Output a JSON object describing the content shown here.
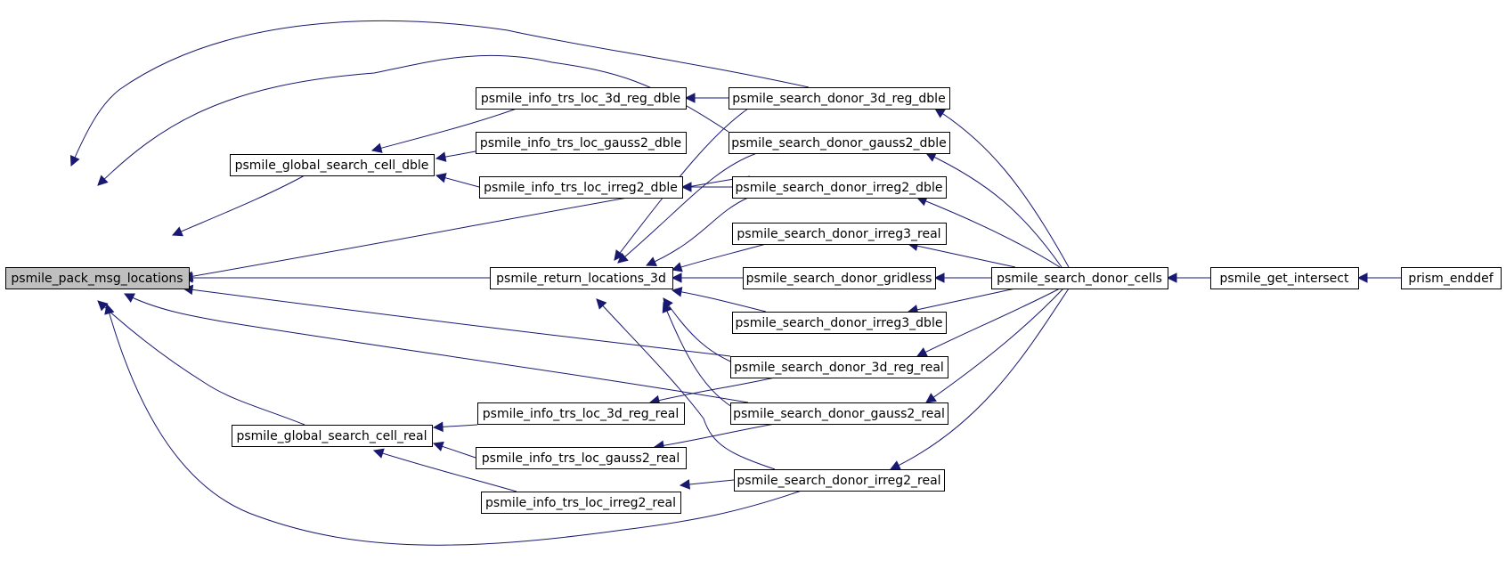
{
  "graph": {
    "colors": {
      "edge": "#191970",
      "node_border": "#000000",
      "node_fill": "#ffffff",
      "root_fill": "#bfbfbf"
    },
    "nodes": [
      {
        "id": "pack",
        "label": "psmile_pack_msg_locations",
        "root": true
      },
      {
        "id": "gscd",
        "label": "psmile_global_search_cell_dble"
      },
      {
        "id": "gscr",
        "label": "psmile_global_search_cell_real"
      },
      {
        "id": "ret3d",
        "label": "psmile_return_locations_3d"
      },
      {
        "id": "i3dd",
        "label": "psmile_info_trs_loc_3d_reg_dble"
      },
      {
        "id": "ig2d",
        "label": "psmile_info_trs_loc_gauss2_dble"
      },
      {
        "id": "iir2d",
        "label": "psmile_info_trs_loc_irreg2_dble"
      },
      {
        "id": "i3dr",
        "label": "psmile_info_trs_loc_3d_reg_real"
      },
      {
        "id": "ig2r",
        "label": "psmile_info_trs_loc_gauss2_real"
      },
      {
        "id": "iir2r",
        "label": "psmile_info_trs_loc_irreg2_real"
      },
      {
        "id": "s3dd",
        "label": "psmile_search_donor_3d_reg_dble"
      },
      {
        "id": "sg2d",
        "label": "psmile_search_donor_gauss2_dble"
      },
      {
        "id": "sir2d",
        "label": "psmile_search_donor_irreg2_dble"
      },
      {
        "id": "sir3r",
        "label": "psmile_search_donor_irreg3_real"
      },
      {
        "id": "sgl",
        "label": "psmile_search_donor_gridless"
      },
      {
        "id": "sir3d",
        "label": "psmile_search_donor_irreg3_dble"
      },
      {
        "id": "s3dr",
        "label": "psmile_search_donor_3d_reg_real"
      },
      {
        "id": "sg2r",
        "label": "psmile_search_donor_gauss2_real"
      },
      {
        "id": "sir2r",
        "label": "psmile_search_donor_irreg2_real"
      },
      {
        "id": "sdc",
        "label": "psmile_search_donor_cells"
      },
      {
        "id": "gint",
        "label": "psmile_get_intersect"
      },
      {
        "id": "pend",
        "label": "prism_enddef"
      }
    ],
    "edges": [
      {
        "from": "s3dd",
        "to": "pack"
      },
      {
        "from": "sg2d",
        "to": "pack"
      },
      {
        "from": "gscd",
        "to": "pack"
      },
      {
        "from": "sir2d",
        "to": "pack"
      },
      {
        "from": "ret3d",
        "to": "pack"
      },
      {
        "from": "s3dr",
        "to": "pack"
      },
      {
        "from": "sg2r",
        "to": "pack"
      },
      {
        "from": "gscr",
        "to": "pack"
      },
      {
        "from": "sir2r",
        "to": "pack"
      },
      {
        "from": "i3dd",
        "to": "gscd"
      },
      {
        "from": "ig2d",
        "to": "gscd"
      },
      {
        "from": "iir2d",
        "to": "gscd"
      },
      {
        "from": "i3dr",
        "to": "gscr"
      },
      {
        "from": "ig2r",
        "to": "gscr"
      },
      {
        "from": "iir2r",
        "to": "gscr"
      },
      {
        "from": "s3dd",
        "to": "i3dd"
      },
      {
        "from": "sg2d",
        "to": "ig2d"
      },
      {
        "from": "sir2d",
        "to": "iir2d"
      },
      {
        "from": "s3dr",
        "to": "i3dr"
      },
      {
        "from": "sg2r",
        "to": "ig2r"
      },
      {
        "from": "sir2r",
        "to": "iir2r"
      },
      {
        "from": "s3dd",
        "to": "ret3d"
      },
      {
        "from": "sg2d",
        "to": "ret3d"
      },
      {
        "from": "sir2d",
        "to": "ret3d"
      },
      {
        "from": "sir3r",
        "to": "ret3d"
      },
      {
        "from": "sgl",
        "to": "ret3d"
      },
      {
        "from": "sir3d",
        "to": "ret3d"
      },
      {
        "from": "s3dr",
        "to": "ret3d"
      },
      {
        "from": "sg2r",
        "to": "ret3d"
      },
      {
        "from": "sir2r",
        "to": "ret3d"
      },
      {
        "from": "sdc",
        "to": "s3dd"
      },
      {
        "from": "sdc",
        "to": "sg2d"
      },
      {
        "from": "sdc",
        "to": "sir2d"
      },
      {
        "from": "sdc",
        "to": "sir3r"
      },
      {
        "from": "sdc",
        "to": "sgl"
      },
      {
        "from": "sdc",
        "to": "sir3d"
      },
      {
        "from": "sdc",
        "to": "s3dr"
      },
      {
        "from": "sdc",
        "to": "sg2r"
      },
      {
        "from": "sdc",
        "to": "sir2r"
      },
      {
        "from": "gint",
        "to": "sdc"
      },
      {
        "from": "pend",
        "to": "gint"
      }
    ]
  }
}
